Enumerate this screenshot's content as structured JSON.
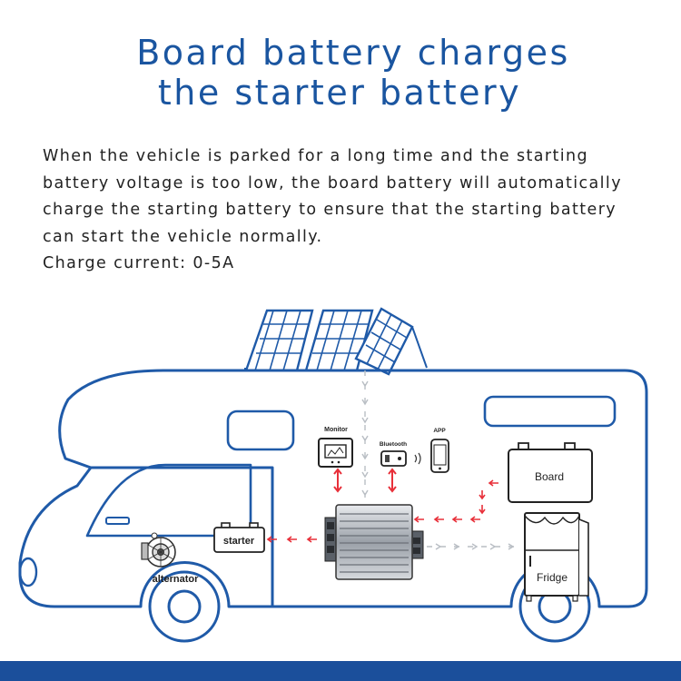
{
  "title": {
    "line1": "Board battery charges",
    "line2": "the starter battery"
  },
  "description": {
    "lines": [
      "When the vehicle is parked for a long time and the starting",
      "battery voltage is too low, the board battery will automatically",
      "charge the starting battery to ensure that the starting battery",
      "can start the vehicle normally."
    ],
    "charge_current": "Charge current: 0-5A"
  },
  "labels": {
    "monitor": "Monitor",
    "bluetooth": "Bluetooth",
    "app": "APP",
    "board": "Board",
    "starter": "starter",
    "alternator": "alternator",
    "fridge": "Fridge"
  },
  "colors": {
    "title": "#1a55a0",
    "rv_outline": "#1f5aa8",
    "arrow_red": "#e8303a",
    "arrow_gray": "#b9bec4",
    "solar_blue": "#1f5aa8",
    "bottom_bar": "#1b4f9b"
  },
  "icons": [
    "solar-panel-icon",
    "monitor-icon",
    "bluetooth-module-icon",
    "phone-icon",
    "wifi-signal-icon",
    "battery-icon",
    "inverter-icon",
    "alternator-icon",
    "fridge-icon"
  ]
}
